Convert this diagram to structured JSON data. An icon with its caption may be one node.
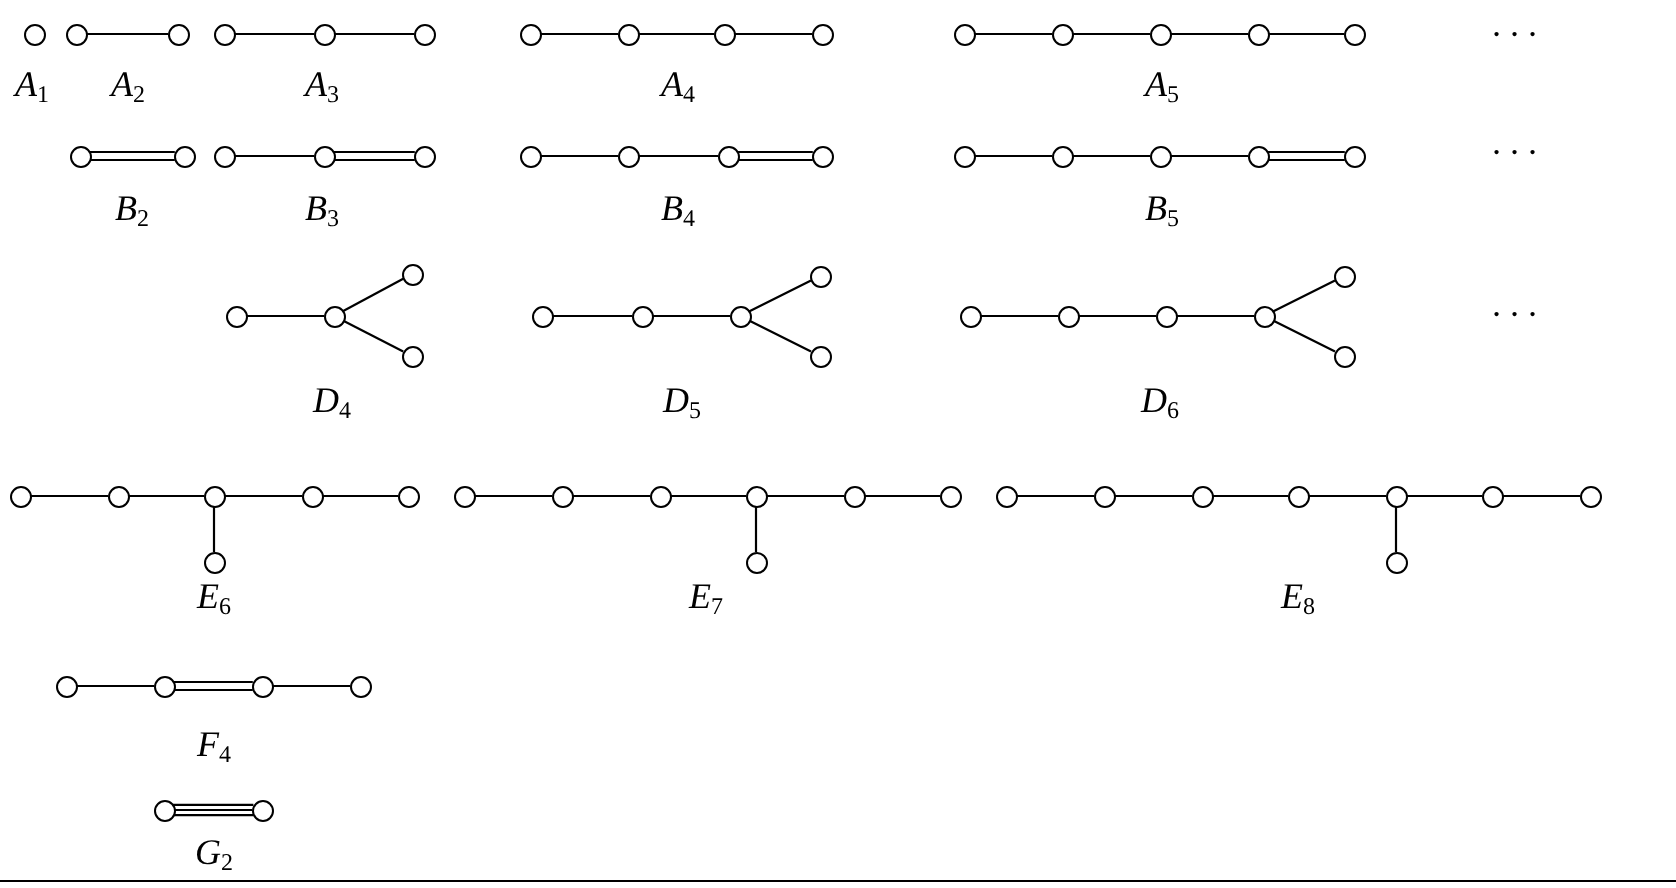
{
  "diagram": {
    "nodes": [
      {
        "text": [],
        "shape": "circle"
      },
      {
        "text": [],
        "shape": "circle"
      },
      {
        "text": [],
        "shape": "circle"
      },
      {
        "text": [],
        "shape": "circle"
      },
      {
        "text": [],
        "shape": "circle"
      },
      {
        "text": [],
        "shape": "circle"
      },
      {
        "text": [],
        "shape": "circle"
      },
      {
        "text": [],
        "shape": "circle"
      },
      {
        "text": [],
        "shape": "circle"
      },
      {
        "text": [],
        "shape": "circle"
      },
      {
        "text": [],
        "shape": "circle"
      },
      {
        "text": [],
        "shape": "circle"
      },
      {
        "text": [],
        "shape": "circle"
      },
      {
        "text": [],
        "shape": "circle"
      },
      {
        "text": [],
        "shape": "circle"
      },
      {
        "text": [],
        "shape": "circle"
      },
      {
        "text": [],
        "shape": "circle"
      },
      {
        "text": [],
        "shape": "circle"
      },
      {
        "text": [],
        "shape": "circle"
      },
      {
        "text": [],
        "shape": "circle"
      },
      {
        "text": [],
        "shape": "circle"
      },
      {
        "text": [],
        "shape": "circle"
      },
      {
        "text": [],
        "shape": "circle"
      },
      {
        "text": [],
        "shape": "circle"
      },
      {
        "text": [],
        "shape": "circle"
      },
      {
        "text": [],
        "shape": "circle"
      },
      {
        "text": [],
        "shape": "circle"
      },
      {
        "text": [],
        "shape": "circle"
      },
      {
        "text": [],
        "shape": "circle"
      },
      {
        "text": [],
        "shape": "circle"
      },
      {
        "text": [],
        "shape": "circle"
      },
      {
        "text": [],
        "shape": "circle"
      },
      {
        "text": [],
        "shape": "circle"
      },
      {
        "text": [],
        "shape": "circle"
      },
      {
        "text": [],
        "shape": "circle"
      },
      {
        "text": [],
        "shape": "circle"
      },
      {
        "text": [],
        "shape": "circle"
      },
      {
        "text": [],
        "shape": "circle"
      },
      {
        "text": [],
        "shape": "circle"
      },
      {
        "text": [],
        "shape": "circle"
      },
      {
        "text": [],
        "shape": "circle"
      },
      {
        "text": [],
        "shape": "circle"
      },
      {
        "text": [],
        "shape": "circle"
      },
      {
        "text": [],
        "shape": "circle"
      },
      {
        "text": [],
        "shape": "circle"
      },
      {
        "text": [],
        "shape": "circle"
      },
      {
        "text": [],
        "shape": "circle"
      },
      {
        "text": [],
        "shape": "circle"
      },
      {
        "text": [],
        "shape": "circle"
      },
      {
        "text": [],
        "shape": "circle"
      },
      {
        "text": [],
        "shape": "circle"
      },
      {
        "text": [],
        "shape": "circle"
      },
      {
        "text": [],
        "shape": "circle"
      },
      {
        "text": [],
        "shape": "circle"
      },
      {
        "text": [],
        "shape": "circle"
      },
      {
        "text": [],
        "shape": "circle"
      },
      {
        "text": [],
        "shape": "circle"
      },
      {
        "text": [],
        "shape": "circle"
      },
      {
        "text": [],
        "shape": "circle"
      },
      {
        "text": [],
        "shape": "circle"
      },
      {
        "text": [],
        "shape": "circle"
      },
      {
        "text": [],
        "shape": "circle"
      },
      {
        "text": [],
        "shape": "circle"
      },
      {
        "text": [],
        "shape": "circle"
      },
      {
        "text": [],
        "shape": "circle"
      },
      {
        "text": [],
        "shape": "circle"
      },
      {
        "text": [],
        "shape": "circle"
      },
      {
        "text": [],
        "shape": "circle"
      },
      {
        "text": [],
        "shape": "circle"
      },
      {
        "text": [],
        "shape": "circle"
      },
      {
        "text": [],
        "shape": "circle"
      }
    ],
    "edges": [
      {
        "from": 1,
        "to": 2,
        "arrow": "none"
      },
      {
        "from": 3,
        "to": 4,
        "arrow": "none"
      },
      {
        "from": 4,
        "to": 5,
        "arrow": "none"
      },
      {
        "from": 6,
        "to": 7,
        "arrow": "none"
      },
      {
        "from": 7,
        "to": 8,
        "arrow": "none"
      },
      {
        "from": 8,
        "to": 9,
        "arrow": "none"
      },
      {
        "from": 10,
        "to": 11,
        "arrow": "none"
      },
      {
        "from": 11,
        "to": 12,
        "arrow": "none"
      },
      {
        "from": 12,
        "to": 13,
        "arrow": "none"
      },
      {
        "from": 13,
        "to": 14,
        "arrow": "none"
      },
      {
        "from": 15,
        "to": 16,
        "arrow": "none"
      },
      {
        "from": 15,
        "to": 16,
        "arrow": "none"
      },
      {
        "from": 17,
        "to": 18,
        "arrow": "none"
      },
      {
        "from": 18,
        "to": 19,
        "arrow": "none"
      },
      {
        "from": 18,
        "to": 19,
        "arrow": "none"
      },
      {
        "from": 20,
        "to": 21,
        "arrow": "none"
      },
      {
        "from": 21,
        "to": 22,
        "arrow": "none"
      },
      {
        "from": 22,
        "to": 23,
        "arrow": "none"
      },
      {
        "from": 22,
        "to": 23,
        "arrow": "none"
      },
      {
        "from": 24,
        "to": 25,
        "arrow": "none"
      },
      {
        "from": 25,
        "to": 26,
        "arrow": "none"
      },
      {
        "from": 26,
        "to": 27,
        "arrow": "none"
      },
      {
        "from": 27,
        "to": 28,
        "arrow": "none"
      },
      {
        "from": 27,
        "to": 28,
        "arrow": "none"
      },
      {
        "from": 29,
        "to": 30,
        "arrow": "none"
      },
      {
        "from": 30,
        "to": 31,
        "arrow": "none"
      },
      {
        "from": 30,
        "to": 32,
        "arrow": "none"
      },
      {
        "from": 33,
        "to": 34,
        "arrow": "none"
      },
      {
        "from": 34,
        "to": 35,
        "arrow": "none"
      },
      {
        "from": 35,
        "to": 36,
        "arrow": "none"
      },
      {
        "from": 35,
        "to": 37,
        "arrow": "none"
      },
      {
        "from": 38,
        "to": 39,
        "arrow": "none"
      },
      {
        "from": 39,
        "to": 40,
        "arrow": "none"
      },
      {
        "from": 40,
        "to": 41,
        "arrow": "none"
      },
      {
        "from": 41,
        "to": 42,
        "arrow": "none"
      },
      {
        "from": 41,
        "to": 43,
        "arrow": "none"
      },
      {
        "from": 44,
        "to": 45,
        "arrow": "none"
      },
      {
        "from": 45,
        "to": 46,
        "arrow": "none"
      },
      {
        "from": 46,
        "to": 47,
        "arrow": "none"
      },
      {
        "from": 47,
        "to": 48,
        "arrow": "none"
      },
      {
        "from": 46,
        "to": 49,
        "arrow": "none"
      },
      {
        "from": 50,
        "to": 51,
        "arrow": "none"
      },
      {
        "from": 51,
        "to": 52,
        "arrow": "none"
      },
      {
        "from": 52,
        "to": 53,
        "arrow": "none"
      },
      {
        "from": 53,
        "to": 54,
        "arrow": "none"
      },
      {
        "from": 54,
        "to": 55,
        "arrow": "none"
      },
      {
        "from": 53,
        "to": 56,
        "arrow": "none"
      },
      {
        "from": 57,
        "to": 58,
        "arrow": "none"
      },
      {
        "from": 58,
        "to": 59,
        "arrow": "none"
      },
      {
        "from": 59,
        "to": 60,
        "arrow": "none"
      },
      {
        "from": 60,
        "to": 61,
        "arrow": "none"
      },
      {
        "from": 61,
        "to": 62,
        "arrow": "none"
      },
      {
        "from": 62,
        "to": 63,
        "arrow": "none"
      },
      {
        "from": 61,
        "to": 64,
        "arrow": "none"
      },
      {
        "from": 65,
        "to": 66,
        "arrow": "none"
      },
      {
        "from": 66,
        "to": 67,
        "arrow": "none"
      },
      {
        "from": 66,
        "to": 67,
        "arrow": "none"
      },
      {
        "from": 67,
        "to": 68,
        "arrow": "none"
      },
      {
        "from": 69,
        "to": 70,
        "arrow": "none"
      },
      {
        "from": 69,
        "to": 70,
        "arrow": "none"
      },
      {
        "from": 69,
        "to": 70,
        "arrow": "none"
      }
    ],
    "labels": [
      "A$_{1}$",
      "A$_{2}$",
      "A$_{3}$",
      "A$_{4}$",
      "A$_{5}$",
      "· · ·",
      "B$_{2}$",
      "B$_{3}$",
      "B$_{4}$",
      "B$_{5}$",
      "· · ·",
      "D$_{4}$",
      "D$_{5}$",
      "D$_{6}$",
      "· · ·",
      "E$_{6}$",
      "E$_{7}$",
      "E$_{8}$",
      "F$_{4}$",
      "G$_{2}$"
    ]
  }
}
